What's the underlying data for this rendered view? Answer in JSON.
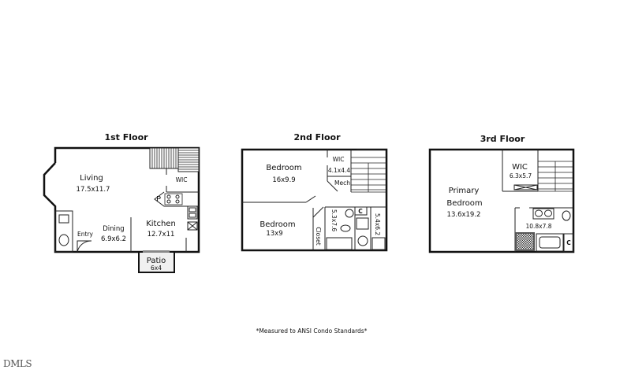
{
  "floors": {
    "first": {
      "title": "1st Floor",
      "living": {
        "name": "Living",
        "dims": "17.5x11.7"
      },
      "dining": {
        "name": "Dining",
        "dims": "6.9x6.2"
      },
      "kitchen": {
        "name": "Kitchen",
        "dims": "12.7x11"
      },
      "wic": "WIC",
      "pantry": "P",
      "entry": "Entry",
      "patio": {
        "name": "Patio",
        "dims": "6x4"
      }
    },
    "second": {
      "title": "2nd Floor",
      "bedroom1": {
        "name": "Bedroom",
        "dims": "16x9.9"
      },
      "bedroom2": {
        "name": "Bedroom",
        "dims": "13x9"
      },
      "wic": {
        "name": "WIC",
        "dims": "4.1x4.4"
      },
      "mech": "Mech",
      "bath1_dims": "5.3x7.6",
      "bath2_dims": "5.4x6.2",
      "closet": "Closet",
      "c": "C"
    },
    "third": {
      "title": "3rd Floor",
      "primary": {
        "line1": "Primary",
        "line2": "Bedroom",
        "dims": "13.6x19.2"
      },
      "wic": {
        "name": "WIC",
        "dims": "6.3x5.7"
      },
      "bath_dims": "10.8x7.8",
      "c": "C"
    }
  },
  "footnote": "*Measured to ANSI Condo Standards*",
  "logo": "DMLS"
}
